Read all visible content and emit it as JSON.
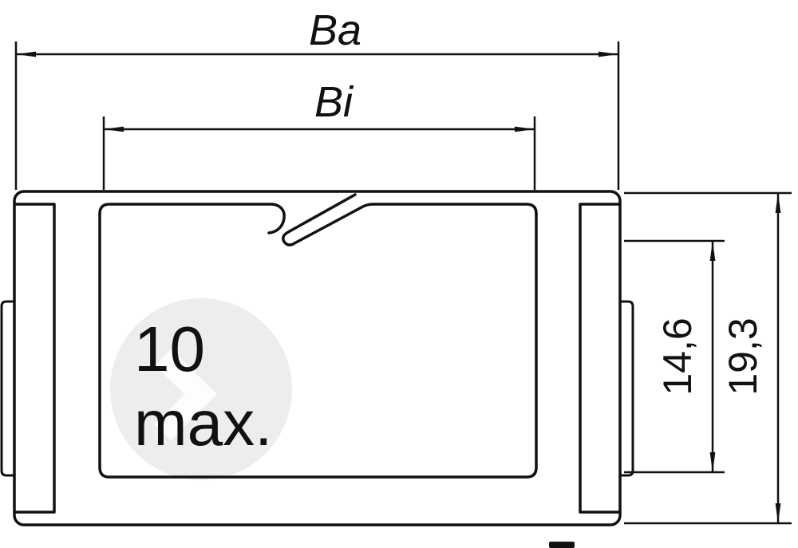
{
  "page": {
    "background": "#ffffff"
  },
  "drawing": {
    "kind": "cable-carrier-cross-section-dimension-drawing",
    "line_color": "#111111",
    "watermark_color": "#ededed",
    "labels": {
      "outer_width": "Ba",
      "inner_width": "Bi",
      "inner_height": "14,6",
      "outer_height": "19,3",
      "max_cable_line1": "10",
      "max_cable_line2": "max."
    }
  }
}
